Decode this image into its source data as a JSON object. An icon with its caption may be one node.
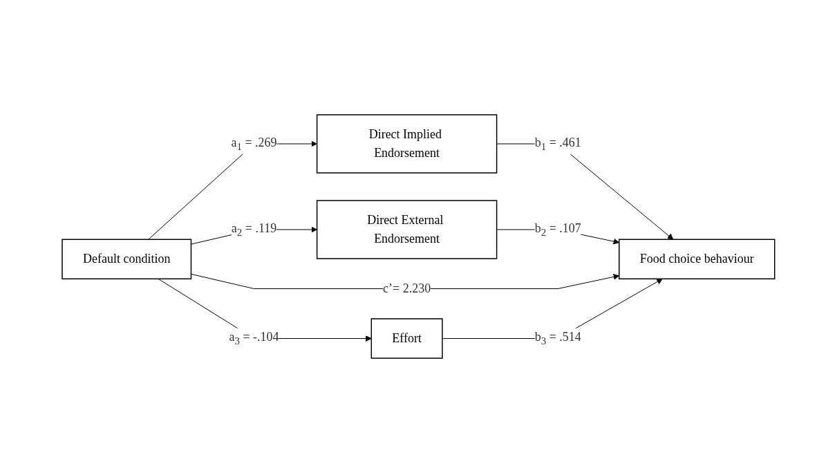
{
  "diagram": {
    "nodes": [
      {
        "text": [
          "Direct Implied Endorsement"
        ]
      },
      {
        "text": [
          "Direct External Endorsement"
        ]
      },
      {
        "text": [
          "Default condition"
        ]
      },
      {
        "text": [
          "Food choice behaviour"
        ]
      },
      {
        "text": [
          "Effort"
        ]
      }
    ],
    "edges": [
      {
        "from": 2,
        "to": 0,
        "arrow": "to",
        "label": "a$_{1}$ = .269"
      },
      {
        "from": 2,
        "to": 1,
        "arrow": "to",
        "label": "a$_{2}$ = .119"
      },
      {
        "from": 0,
        "to": 3,
        "arrow": "to",
        "label": "b$_{1}$ = .461"
      },
      {
        "from": 1,
        "to": 3,
        "arrow": "to",
        "label": "b$_{2}$ = .107"
      },
      {
        "from": 2,
        "to": 3,
        "arrow": "to",
        "label": "c’= 2.230"
      },
      {
        "from": 2,
        "to": 4,
        "arrow": "to",
        "label": "a$_{3}$ = -.104"
      },
      {
        "from": 4,
        "to": 3,
        "arrow": "to",
        "label": "b$_{3}$ = .514"
      }
    ]
  }
}
